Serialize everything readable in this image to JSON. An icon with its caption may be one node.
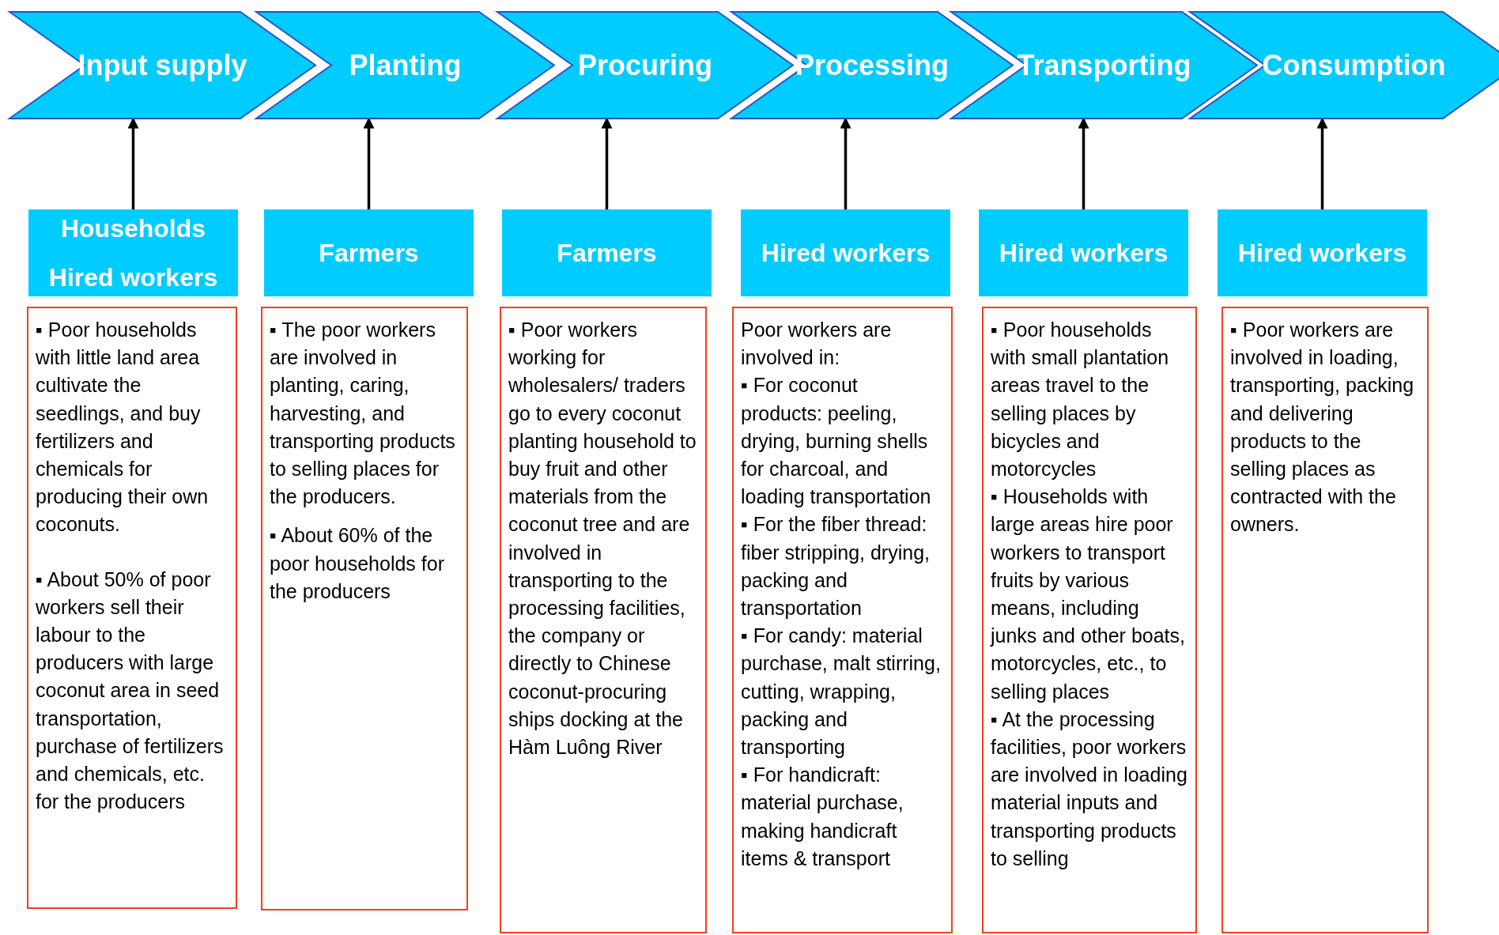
{
  "diagram": {
    "nodes": [
      {
        "text": [
          "Input supply"
        ]
      },
      {
        "text": [
          "Planting"
        ]
      },
      {
        "text": [
          "Procuring"
        ]
      },
      {
        "text": [
          "Processing"
        ]
      },
      {
        "text": [
          "Transporting"
        ]
      },
      {
        "text": [
          "Consumption"
        ]
      },
      {
        "text": [
          "Households",
          "Hired workers"
        ]
      },
      {
        "text": [
          "Farmers"
        ]
      },
      {
        "text": [
          "Farmers"
        ]
      },
      {
        "text": [
          "Hired workers"
        ]
      },
      {
        "text": [
          "Hired workers"
        ]
      },
      {
        "text": [
          "Hired workers"
        ]
      },
      {
        "text": [
          "▪ Poor households with little land area cultivate the seedlings, and buy fertilizers and chemicals for producing their own coconuts.",
          "▪ About 50% of poor workers sell their labour to the producers with large coconut area in seed transportation, purchase of fertilizers and chemicals, etc. for the producers"
        ]
      },
      {
        "text": [
          "▪ The poor workers are involved in planting, caring, harvesting, and transporting products to selling places for the producers.",
          "▪ About 60% of the poor households for the producers"
        ]
      },
      {
        "text": [
          "▪ Poor workers working for wholesalers/ traders go to every coconut planting household to buy fruit and other materials from the coconut tree and are involved in transporting to the processing facilities, the company or directly to Chinese coconut-procuring ships docking at the Hàm Luông River"
        ]
      },
      {
        "text": [
          "Poor workers are involved in:",
          "▪ For coconut products: peeling, drying, burning shells for charcoal, and loading transportation",
          "▪ For the fiber thread: fiber stripping, drying, packing and transportation",
          "▪ For candy: material purchase, malt stirring, cutting, wrapping, packing and transporting",
          "▪ For handicraft: material purchase, making handicraft items & transport"
        ]
      },
      {
        "text": [
          "▪ Poor households with small plantation areas travel to the selling places by bicycles and motorcycles",
          "▪ Households with large areas hire poor workers to transport fruits by various means, including junks and other boats, motorcycles, etc., to selling places",
          "▪ At the processing facilities, poor workers are involved in loading material inputs and transporting products to selling"
        ]
      },
      {
        "text": [
          "▪ Poor workers are involved in loading, transporting, packing and delivering products to the selling places as contracted with the owners."
        ]
      }
    ],
    "edges": [
      {
        "from": 6,
        "to": 0,
        "arrow": "to"
      },
      {
        "from": 7,
        "to": 1,
        "arrow": "to"
      },
      {
        "from": 8,
        "to": 2,
        "arrow": "to"
      },
      {
        "from": 9,
        "to": 3,
        "arrow": "to"
      },
      {
        "from": 10,
        "to": 4,
        "arrow": "to"
      },
      {
        "from": 11,
        "to": 5,
        "arrow": "to"
      }
    ]
  }
}
